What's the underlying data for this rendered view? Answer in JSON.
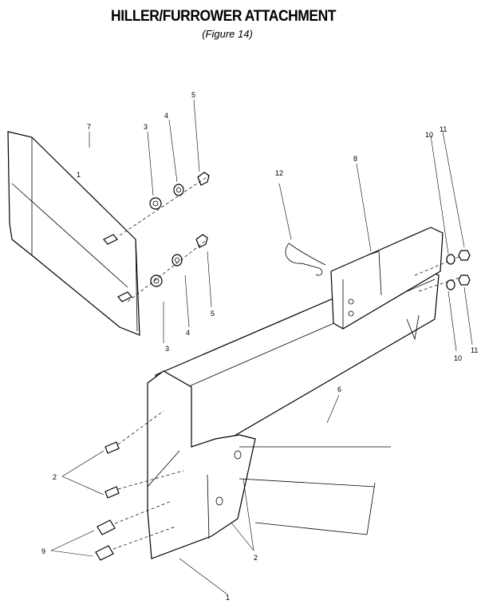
{
  "header": {
    "title": "HILLER/FURROWER ATTACHMENT",
    "subtitle": "(Figure 14)"
  },
  "callouts": {
    "c1_top": "1",
    "c1_bottom": "1",
    "c2_left": "2",
    "c2_right": "2",
    "c3_top": "3",
    "c3_bottom": "3",
    "c4_top": "4",
    "c4_bottom": "4",
    "c5_top": "5",
    "c5_bottom": "5",
    "c6": "6",
    "c7": "7",
    "c8": "8",
    "c9": "9",
    "c10_top": "10",
    "c10_bottom": "10",
    "c11_top": "11",
    "c11_bottom": "11",
    "c12": "12"
  }
}
